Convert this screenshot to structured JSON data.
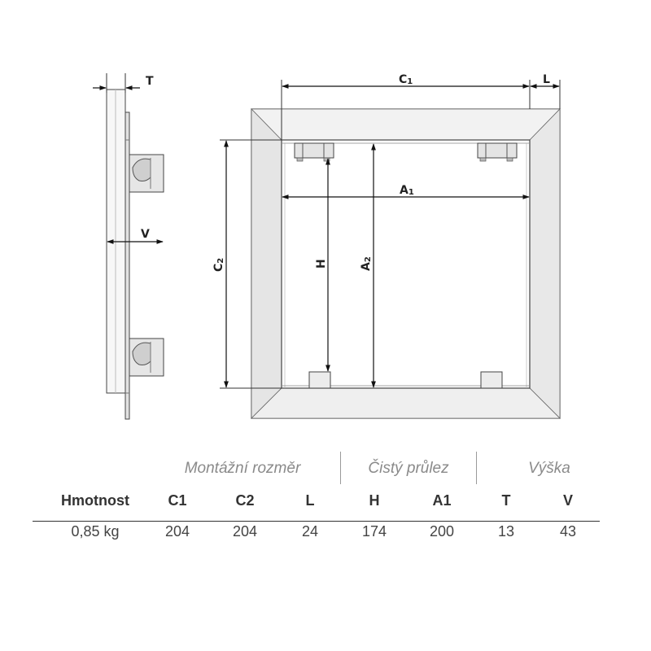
{
  "drawing": {
    "dimension_labels": {
      "T": "T",
      "V": "V",
      "C1": "C",
      "C1_sub": "1",
      "L": "L",
      "A1": "A",
      "A1_sub": "1",
      "C2": "C",
      "C2_sub": "2",
      "H": "H",
      "A2": "A",
      "A2_sub": "2"
    }
  },
  "table": {
    "groups": {
      "mount": "Montážní rozměr",
      "clear": "Čistý průlez",
      "height": "Výška"
    },
    "headers": {
      "weight": "Hmotnost",
      "c1": "C1",
      "c2": "C2",
      "l": "L",
      "h": "H",
      "a1": "A1",
      "t": "T",
      "v": "V"
    },
    "row": {
      "weight": "0,85 kg",
      "c1": "204",
      "c2": "204",
      "l": "24",
      "h": "174",
      "a1": "200",
      "t": "13",
      "v": "43"
    }
  }
}
